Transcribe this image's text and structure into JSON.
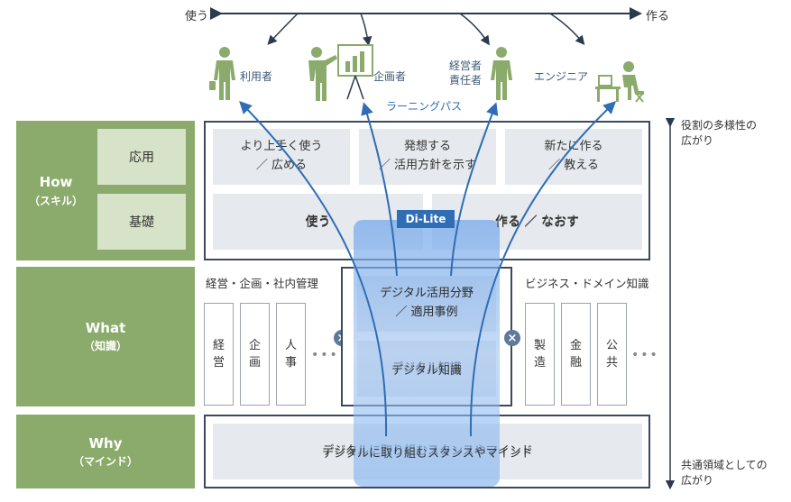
{
  "top_arrow": {
    "left_label": "使う",
    "right_label": "作る"
  },
  "personas": [
    {
      "label": "利用者"
    },
    {
      "label": "企画者"
    },
    {
      "label": "経営者\n責任者"
    },
    {
      "label": "エンジニア"
    }
  ],
  "learning_path_label": "ラーニングパス",
  "right_axis": {
    "top_label": "役割の多様性の\n広がり",
    "bottom_label": "共通領域としての\n広がり"
  },
  "rows": {
    "how": {
      "title": "How",
      "subtitle": "（スキル）",
      "sub_applied": "応用",
      "sub_basic": "基礎"
    },
    "what": {
      "title": "What",
      "subtitle": "（知識）"
    },
    "why": {
      "title": "Why",
      "subtitle": "（マインド）"
    }
  },
  "how_boxes": {
    "applied": [
      "より上手く使う\n／ 広める",
      "発想する\n／ 活用方針を示す",
      "新たに作る\n／ 教える"
    ],
    "basic_left": "使う",
    "basic_right": "作る ／ なおす",
    "badge": "Di-Lite"
  },
  "what_section": {
    "left_header": "経営・企画・社内管理",
    "left_items": [
      "経\n営",
      "企\n画",
      "人\n事"
    ],
    "center_top": "デジタル活用分野\n／ 適用事例",
    "center_bottom": "デジタル知識",
    "right_header": "ビジネス・ドメイン知識",
    "right_items": [
      "製\n造",
      "金\n融",
      "公\n共"
    ],
    "more": "•••",
    "cross": "×"
  },
  "why_box": "デジタルに取り組むスタンスやマインド",
  "colors": {
    "green": "#8aab6b",
    "light_green": "#d7e3c8",
    "frame": "#3b4a5c",
    "blue": "#2f6db5",
    "glow": "#8fb8ee"
  }
}
